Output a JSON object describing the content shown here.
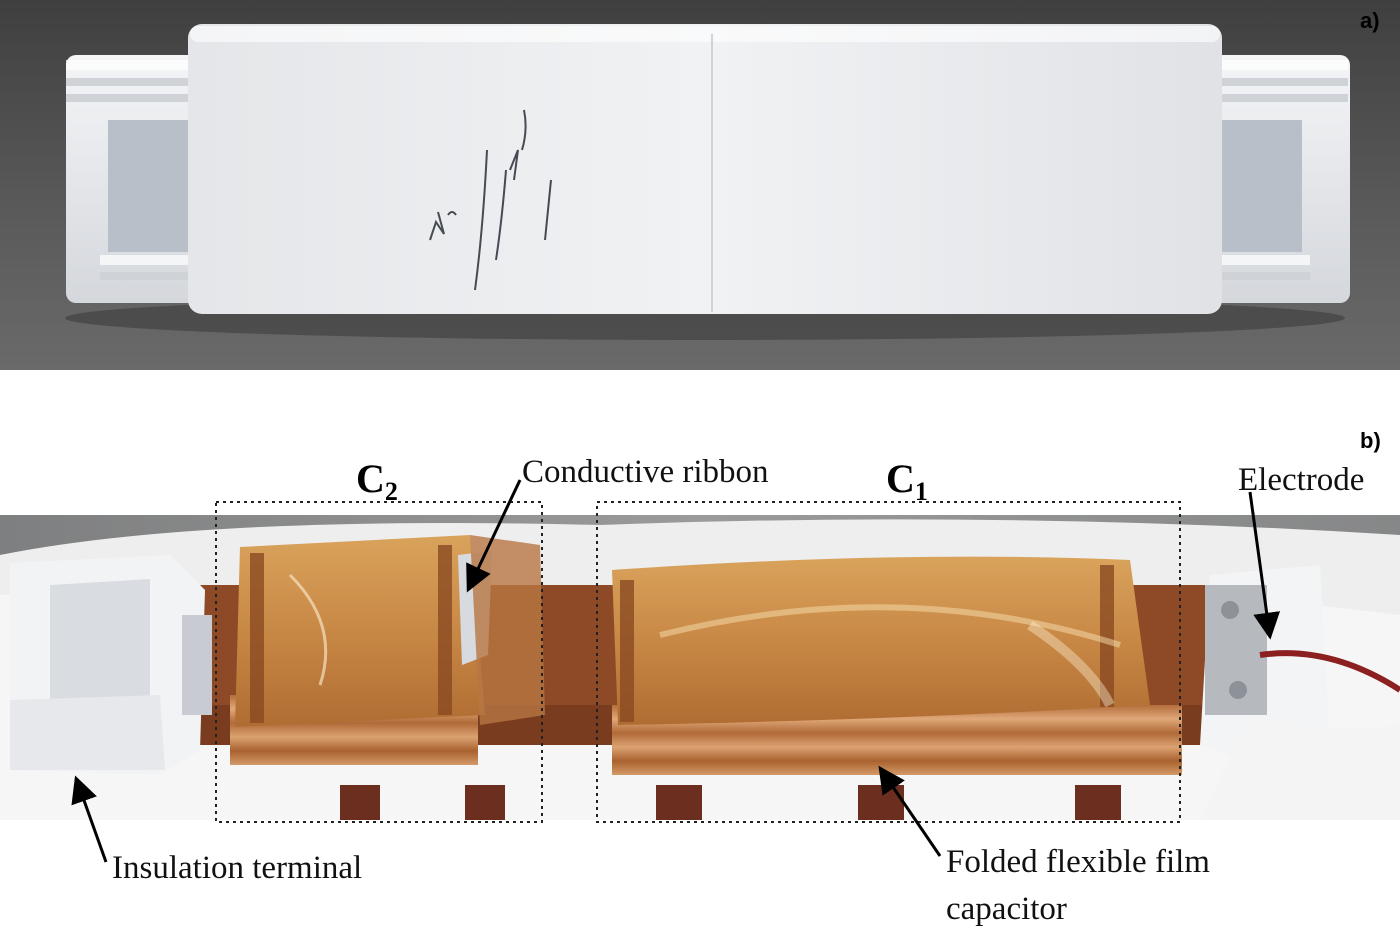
{
  "panel_a": {
    "letter": "a)"
  },
  "panel_b": {
    "letter": "b)",
    "labels": {
      "c2_main": "C",
      "c2_sub": "2",
      "c1_main": "C",
      "c1_sub": "1",
      "conductive_ribbon": "Conductive ribbon",
      "electrode": "Electrode",
      "insulation_terminal": "Insulation terminal",
      "film_capacitor_line1": "Folded flexible film",
      "film_capacitor_line2": "capacitor"
    }
  },
  "colors": {
    "background": "#ffffff",
    "photo_a_bg": "#4a4a4a",
    "housing_white": "#eef0f2",
    "kapton_amber": "#c8874a",
    "copper_edge": "#8a4a22",
    "marble_gray": "#8c8c8c"
  },
  "icons": {
    "arrows": "black-arrow-icon",
    "boxes": "dotted-selection-box"
  }
}
